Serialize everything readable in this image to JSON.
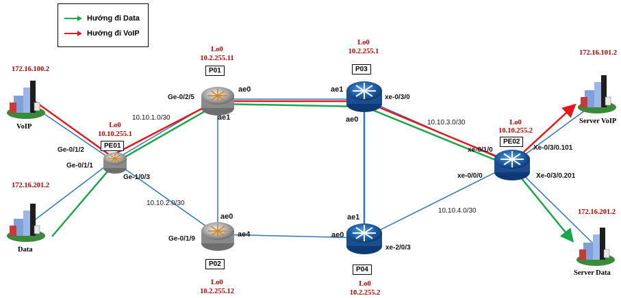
{
  "legend": {
    "data_label": "Hướng đi Data",
    "voip_label": "Hướng đi VoIP",
    "data_color": "#1aa64a",
    "voip_color": "#e8161b"
  },
  "colors": {
    "link": "#2e75b6",
    "ip_text": "#c00000"
  },
  "devices": {
    "pe01": {
      "name": "PE01",
      "lo_label": "Lo0",
      "lo_ip": "10.10.255.1"
    },
    "p01": {
      "name": "P01",
      "lo_label": "Lo0",
      "lo_ip": "10.2.255.11"
    },
    "p02": {
      "name": "P02",
      "lo_label": "Lo0",
      "lo_ip": "10.2.255.12"
    },
    "p03": {
      "name": "P03",
      "lo_label": "Lo0",
      "lo_ip": "10.2.255.1"
    },
    "p04": {
      "name": "P04",
      "lo_label": "Lo0",
      "lo_ip": "10.2.255.2"
    },
    "pe02": {
      "name": "PE02",
      "lo_label": "Lo0",
      "lo_ip": "10.10.255.2"
    }
  },
  "hosts": {
    "voip": {
      "name": "VoIP",
      "ip": "172.16.100.2"
    },
    "data": {
      "name": "Data",
      "ip": "172.16.201.2"
    },
    "server_voip": {
      "name": "Server VoIP",
      "ip": "172.16.101.2"
    },
    "server_data": {
      "name": "Server Data",
      "ip": "172.16.201.2"
    }
  },
  "interfaces": {
    "pe01_ge012": "Ge-0/1/2",
    "pe01_ge011": "Ge-0/1/1",
    "pe01_ge103": "Ge-1/0/3",
    "p01_ge025": "Ge-0/2/5",
    "p01_ae0": "ae0",
    "p01_ae1": "ae1",
    "p02_ge019": "Ge-0/1/9",
    "p02_ae0": "ae0",
    "p02_ae4": "ae4",
    "p03_ae1": "ae1",
    "p03_ae0": "ae0",
    "p03_xe030": "xe-0/3/0",
    "p04_ae1": "ae1",
    "p04_ae0": "ae0",
    "p04_xe203": "xe-2/0/3",
    "pe02_xe010": "xe-0/1/0",
    "pe02_xe000": "xe-0/0/0",
    "pe02_xe03_101": "Xe-0/3/0.101",
    "pe02_xe03_201": "Xe-0/3/0.201"
  },
  "subnets": {
    "pe01_p01": "10.10.1.0/30",
    "pe01_p02": "10.10.2.0/30",
    "p03_pe02": "10.10.3.0/30",
    "p04_pe02": "10.10.4.0/30"
  }
}
